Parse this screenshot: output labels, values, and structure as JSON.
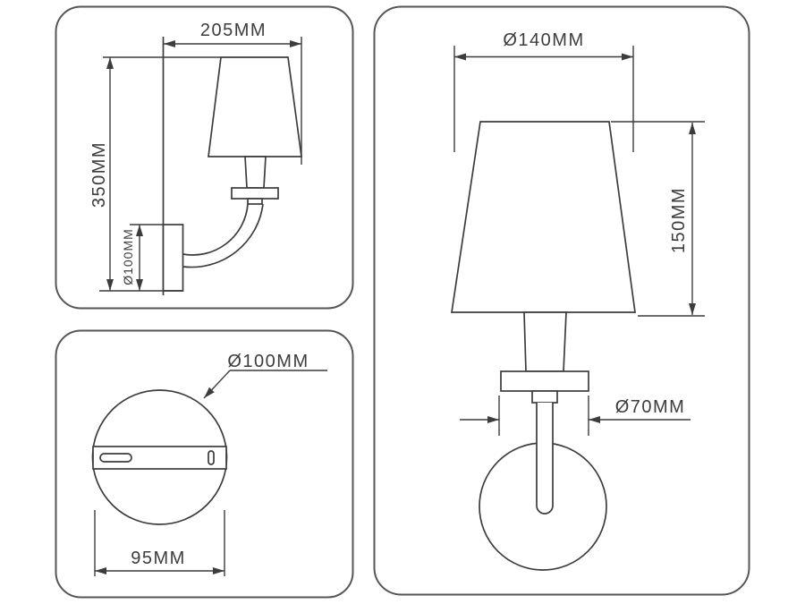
{
  "colors": {
    "line": "#3c3c3c",
    "panel_border": "#565656",
    "background": "#ffffff"
  },
  "panels": {
    "side_view": {
      "dims": {
        "width": "205MM",
        "height": "350MM",
        "backplate_diameter": "Ø100MM"
      }
    },
    "top_view": {
      "dims": {
        "plate_diameter": "Ø100MM",
        "mounting_width": "95MM"
      }
    },
    "front_view": {
      "dims": {
        "shade_diameter": "Ø140MM",
        "shade_height": "150MM",
        "collar_diameter": "Ø70MM"
      }
    }
  }
}
